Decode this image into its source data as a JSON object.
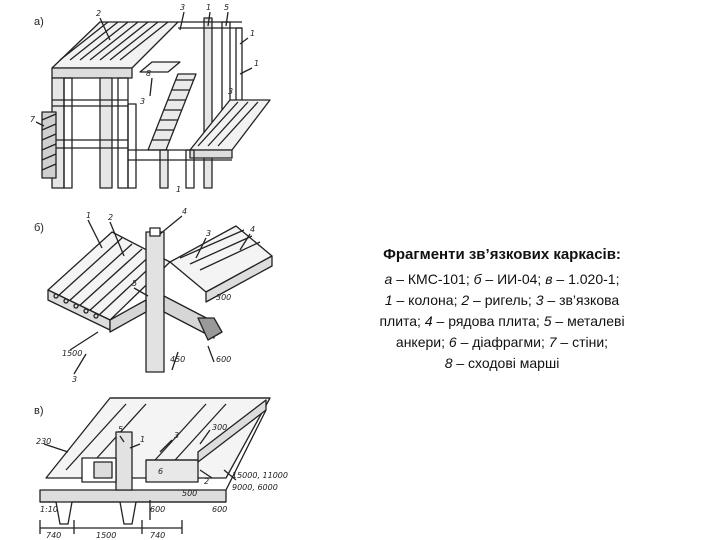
{
  "panels": {
    "a": "а)",
    "b": "б)",
    "v": "в)"
  },
  "caption": {
    "title": "Фрагменти зв’язкових каркасів:",
    "lines": [
      [
        {
          "t": "а",
          "i": true
        },
        {
          "t": " – КМС-101; ",
          "i": false
        },
        {
          "t": "б",
          "i": true
        },
        {
          "t": " – ИИ-04; ",
          "i": false
        },
        {
          "t": "в",
          "i": true
        },
        {
          "t": " – 1.020-1;",
          "i": false
        }
      ],
      [
        {
          "t": "1",
          "i": true
        },
        {
          "t": " – колона; ",
          "i": false
        },
        {
          "t": "2",
          "i": true
        },
        {
          "t": " – ригель; ",
          "i": false
        },
        {
          "t": "3",
          "i": true
        },
        {
          "t": " – зв’язкова",
          "i": false
        }
      ],
      [
        {
          "t": "плита; ",
          "i": false
        },
        {
          "t": "4",
          "i": true
        },
        {
          "t": " – рядова плита; ",
          "i": false
        },
        {
          "t": "5",
          "i": true
        },
        {
          "t": " – металеві",
          "i": false
        }
      ],
      [
        {
          "t": "анкери; ",
          "i": false
        },
        {
          "t": "6",
          "i": true
        },
        {
          "t": " – діафрагми; ",
          "i": false
        },
        {
          "t": "7",
          "i": true
        },
        {
          "t": " – стіни;",
          "i": false
        }
      ],
      [
        {
          "t": "8",
          "i": true
        },
        {
          "t": " – сходові марші",
          "i": false
        }
      ]
    ]
  },
  "drawing_labels": {
    "a": [
      "2",
      "3",
      "1",
      "5",
      "8",
      "1",
      "3",
      "1",
      "7",
      "3",
      "1"
    ],
    "b": [
      "1",
      "2",
      "4",
      "3",
      "4",
      "5",
      "300",
      "1500",
      "450",
      "600",
      "3"
    ],
    "v": [
      "230",
      "5",
      "1",
      "3",
      "6",
      "2",
      "500",
      "15000, 11000",
      "9000, 6000",
      "1:10",
      "740",
      "1500",
      "740",
      "300",
      "600",
      "600"
    ]
  }
}
